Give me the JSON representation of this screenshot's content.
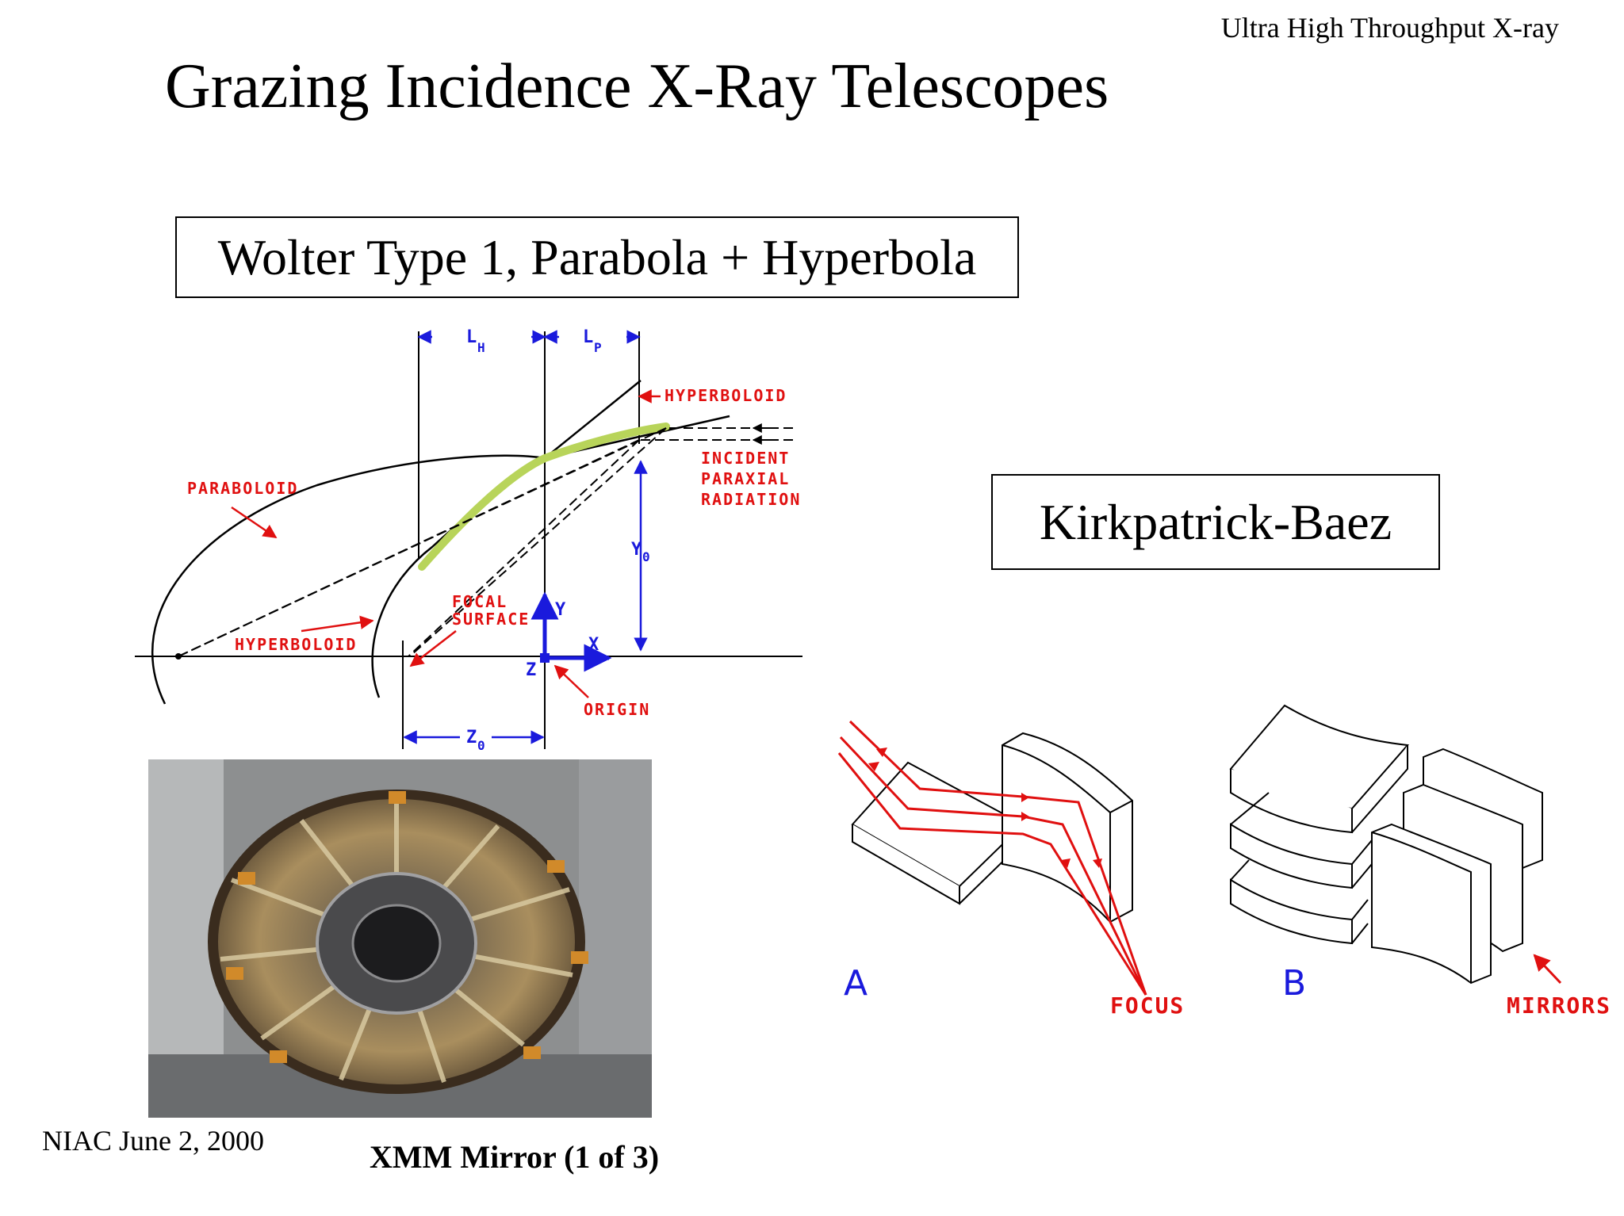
{
  "header": {
    "right_text": "Ultra High Throughput X-ray"
  },
  "title": "Grazing Incidence X-Ray Telescopes",
  "wolter": {
    "box_label": "Wolter Type 1, Parabola + Hyperbola",
    "labels": {
      "lh": "L",
      "lh_sub": "H",
      "lp": "L",
      "lp_sub": "P",
      "hyperboloid_top": "HYPERBOLOID",
      "incident_1": "INCIDENT",
      "incident_2": "PARAXIAL",
      "incident_3": "RADIATION",
      "paraboloid": "PARABOLOID",
      "y0": "Y",
      "y0_sub": "0",
      "focal_1": "FOCAL",
      "focal_2": "SURFACE",
      "y_axis": "Y",
      "x_axis": "X",
      "z_axis": "Z",
      "hyperboloid_bottom": "HYPERBOLOID",
      "origin": "ORIGIN",
      "z0": "Z",
      "z0_sub": "0"
    },
    "colors": {
      "label_red": "#e01010",
      "axis_blue": "#1a1adc",
      "mirror_highlight": "#b8d45a"
    }
  },
  "photo": {
    "caption": "XMM Mirror (1 of 3)",
    "icon": "xmm-mirror-photo"
  },
  "kb": {
    "box_label": "Kirkpatrick-Baez",
    "label_a": "A",
    "label_b": "B",
    "focus": "FOCUS",
    "mirrors": "MIRRORS"
  },
  "footer": {
    "left_text": "NIAC June 2, 2000"
  }
}
